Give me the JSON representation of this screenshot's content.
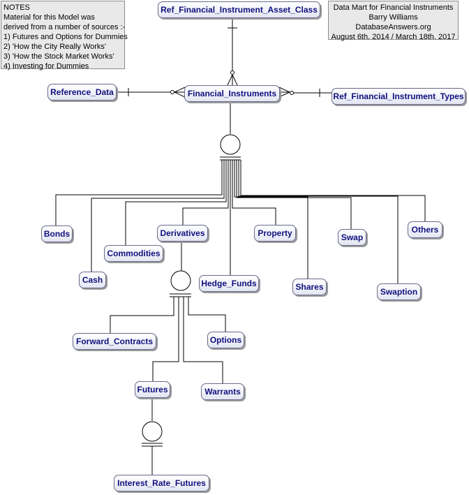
{
  "notes": {
    "lines": [
      "NOTES",
      "Material for this Model was",
      "derived from a number of sources :-",
      "1) Futures and Options for Dummies",
      "2) 'How the City Really Works'",
      "3) 'How the Stock Market Works'",
      "4) Investing for Dummies"
    ]
  },
  "info": {
    "lines": [
      "Data Mart for Financial Instruments",
      "Barry Williams",
      "DatabaseAnswers.org",
      "August 6th. 2014 / March 18th. 2017"
    ]
  },
  "entities": {
    "asset_class": "Ref_Financial_Instrument_Asset_Class",
    "reference_data": "Reference_Data",
    "financial_instruments": "Financial_Instruments",
    "instrument_types": "Ref_Financial_Instrument_Types",
    "bonds": "Bonds",
    "cash": "Cash",
    "commodities": "Commodities",
    "derivatives": "Derivatives",
    "hedge_funds": "Hedge_Funds",
    "property": "Property",
    "shares": "Shares",
    "swap": "Swap",
    "swaption": "Swaption",
    "others": "Others",
    "forward_contracts": "Forward_Contracts",
    "options": "Options",
    "futures": "Futures",
    "warrants": "Warrants",
    "interest_rate_futures": "Interest_Rate_Futures"
  }
}
